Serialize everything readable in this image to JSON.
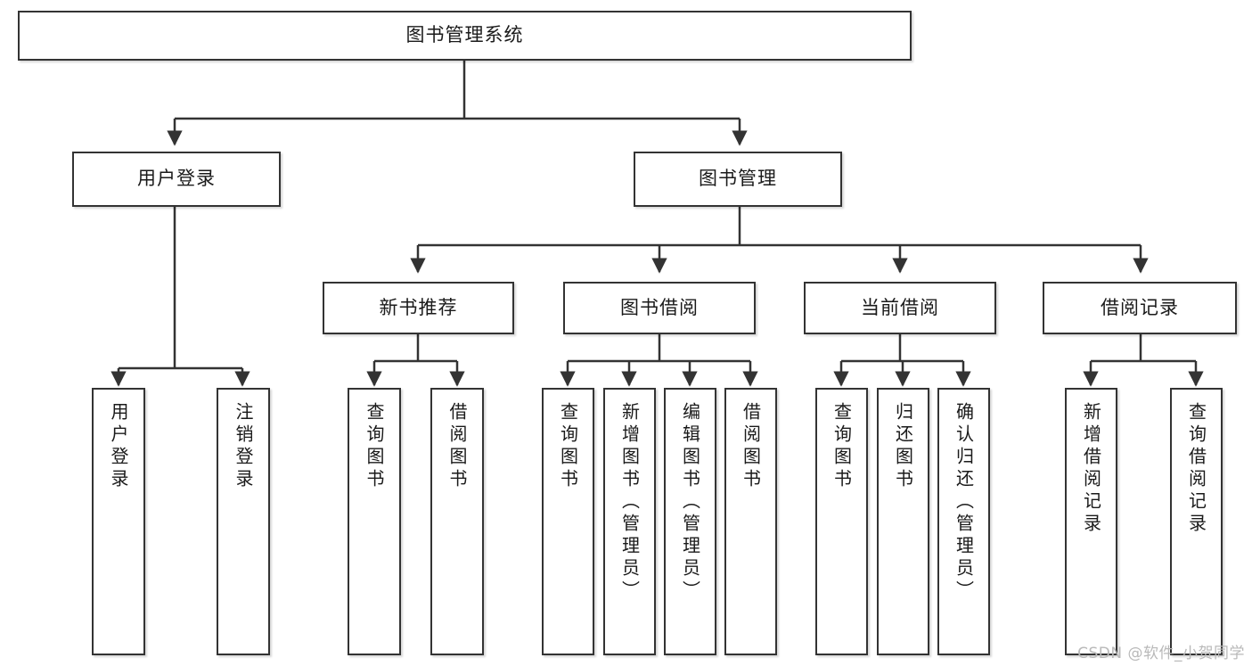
{
  "diagram": {
    "title": "图书管理系统",
    "type": "tree-hierarchy",
    "watermark": "CSDN @软件_小贺同学",
    "colors": {
      "box_border": "#333333",
      "box_fill": "#ffffff",
      "edge": "#333333",
      "text": "#1a1a1a",
      "watermark": "#b9b9b9"
    },
    "levels": {
      "root": {
        "label": "图书管理系统"
      },
      "level2": [
        {
          "label": "用户登录"
        },
        {
          "label": "图书管理"
        }
      ],
      "level3": [
        {
          "label": "新书推荐"
        },
        {
          "label": "图书借阅"
        },
        {
          "label": "当前借阅"
        },
        {
          "label": "借阅记录"
        }
      ],
      "leaves": {
        "user_login": [
          {
            "label": "用户登录"
          },
          {
            "label": "注销登录"
          }
        ],
        "new_book_recommend": [
          {
            "label": "查询图书"
          },
          {
            "label": "借阅图书"
          }
        ],
        "book_borrow": [
          {
            "label": "查询图书"
          },
          {
            "label": "新增图书（管理员）"
          },
          {
            "label": "编辑图书（管理员）"
          },
          {
            "label": "借阅图书"
          }
        ],
        "current_borrow": [
          {
            "label": "查询图书"
          },
          {
            "label": "归还图书"
          },
          {
            "label": "确认归还（管理员）"
          }
        ],
        "borrow_record": [
          {
            "label": "新增借阅记录"
          },
          {
            "label": "查询借阅记录"
          }
        ]
      }
    }
  }
}
